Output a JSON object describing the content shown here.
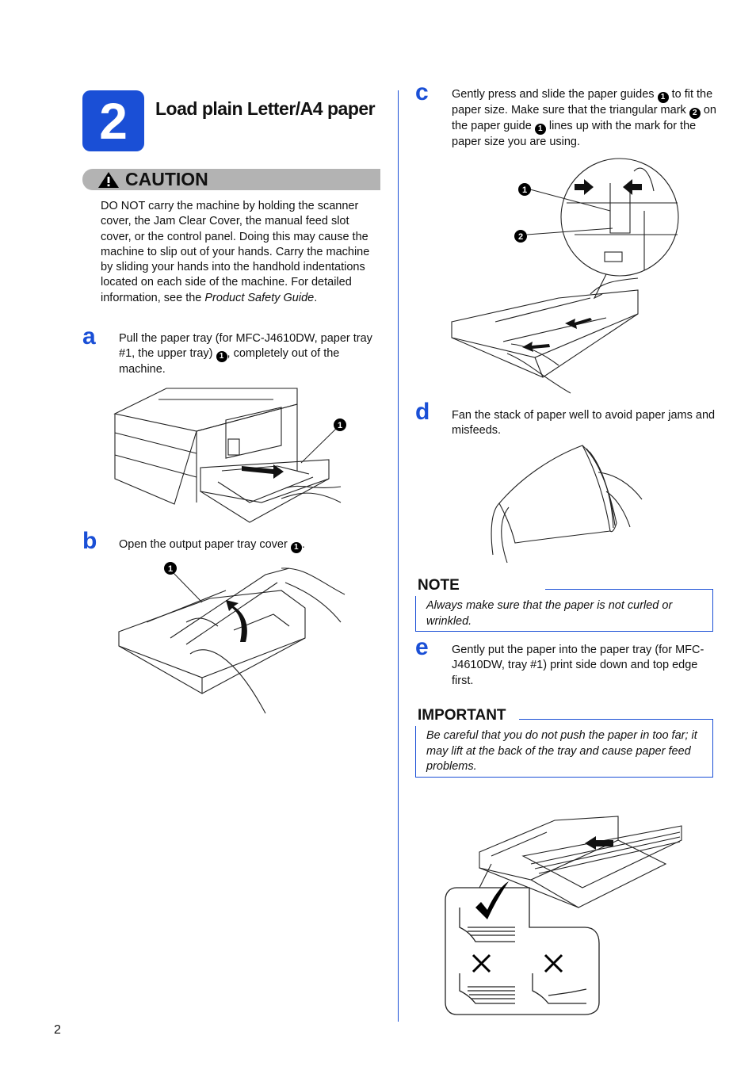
{
  "section": {
    "number": "2",
    "title": "Load plain Letter/A4 paper"
  },
  "caution": {
    "title": "CAUTION",
    "text_main": "DO NOT carry the machine by holding the scanner cover, the Jam Clear Cover, the manual feed slot cover, or the control panel. Doing this may cause the machine to slip out of your hands. Carry the machine by sliding your hands into the handhold indentations located on each side of the machine. For detailed information, see the ",
    "text_italic": "Product Safety Guide",
    "text_end": "."
  },
  "steps": {
    "a": {
      "letter": "a",
      "text_1": "Pull the paper tray (for MFC-J4610DW, paper tray #1, the upper tray) ",
      "callout": "1",
      "text_2": ", completely out of the machine."
    },
    "b": {
      "letter": "b",
      "text_1": "Open the output paper tray cover ",
      "callout": "1",
      "text_2": "."
    },
    "c": {
      "letter": "c",
      "text_1": "Gently press and slide the paper guides ",
      "callout_1": "1",
      "text_2": " to fit the paper size. Make sure that the triangular mark ",
      "callout_2": "2",
      "text_3": " on the paper guide ",
      "callout_3": "1",
      "text_4": " lines up with the mark for the paper size you are using."
    },
    "d": {
      "letter": "d",
      "text": "Fan the stack of paper well to avoid paper jams and misfeeds."
    },
    "e": {
      "letter": "e",
      "text": "Gently put the paper into the paper tray (for MFC-J4610DW, tray #1) print side down and top edge first."
    }
  },
  "figures": {
    "a": {
      "callout": "1"
    },
    "b": {
      "callout": "1"
    },
    "c": {
      "callout_1": "1",
      "callout_2": "2"
    }
  },
  "note": {
    "title": "NOTE",
    "text": "Always make sure that the paper is not curled or wrinkled."
  },
  "important": {
    "title": "IMPORTANT",
    "text": "Be careful that you do not push the paper in too far; it may lift at the back of the tray and cause paper feed problems."
  },
  "page_number": "2",
  "colors": {
    "accent": "#1a4fd6",
    "caution_bar": "#b3b3b3"
  }
}
